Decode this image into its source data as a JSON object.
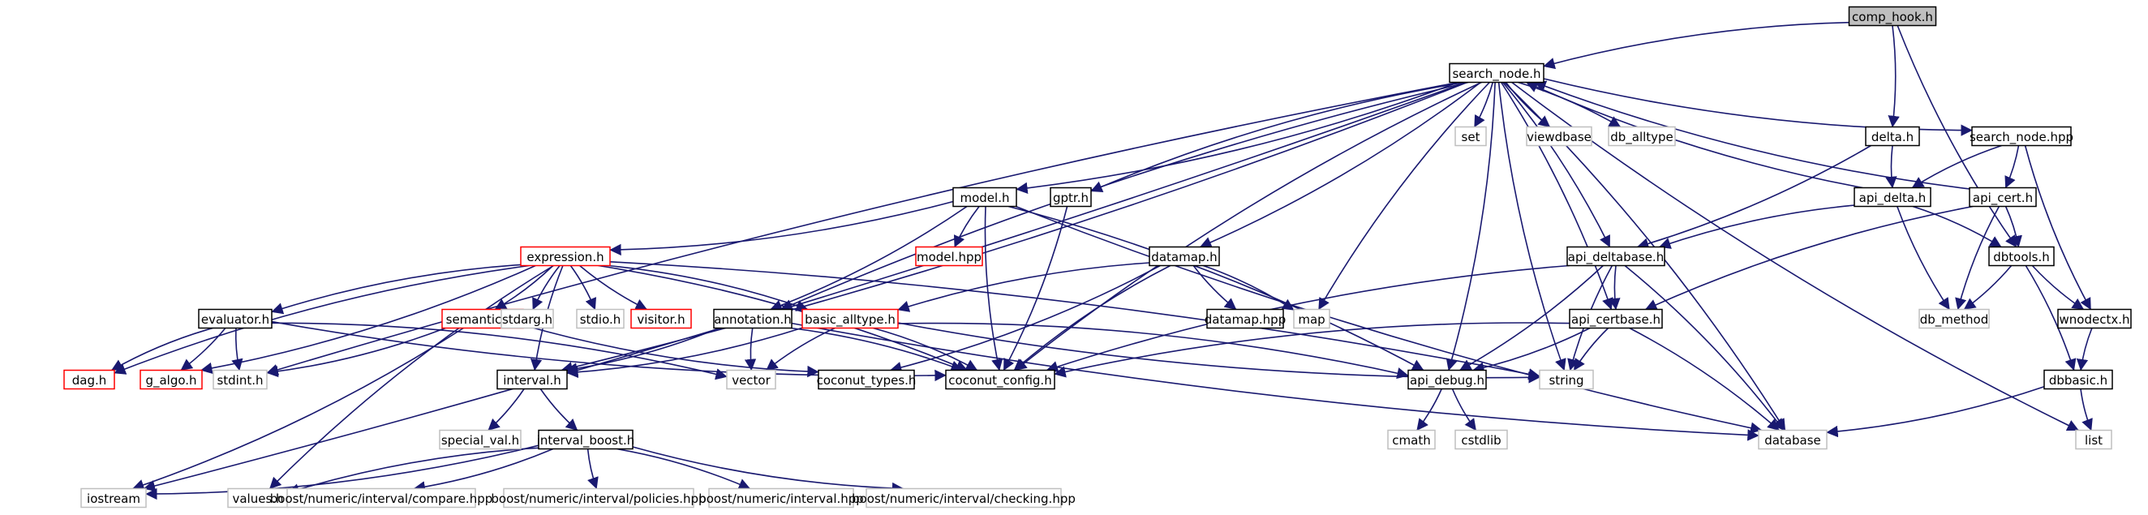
{
  "diagram": {
    "nodes": [
      {
        "id": "comp_hook",
        "label": "comp_hook.h",
        "style": "root"
      },
      {
        "id": "search_node",
        "label": "search_node.h",
        "style": "normal"
      },
      {
        "id": "set",
        "label": "set",
        "style": "external"
      },
      {
        "id": "viewdbase",
        "label": "viewdbase",
        "style": "external"
      },
      {
        "id": "db_alltype",
        "label": "db_alltype",
        "style": "external"
      },
      {
        "id": "delta",
        "label": "delta.h",
        "style": "normal"
      },
      {
        "id": "search_node_hpp",
        "label": "search_node.hpp",
        "style": "normal"
      },
      {
        "id": "model",
        "label": "model.h",
        "style": "normal"
      },
      {
        "id": "gptr",
        "label": "gptr.h",
        "style": "normal"
      },
      {
        "id": "api_delta",
        "label": "api_delta.h",
        "style": "normal"
      },
      {
        "id": "api_cert",
        "label": "api_cert.h",
        "style": "normal"
      },
      {
        "id": "expression",
        "label": "expression.h",
        "style": "truncated"
      },
      {
        "id": "model_hpp",
        "label": "model.hpp",
        "style": "truncated"
      },
      {
        "id": "datamap",
        "label": "datamap.h",
        "style": "normal"
      },
      {
        "id": "api_deltabase",
        "label": "api_deltabase.h",
        "style": "normal"
      },
      {
        "id": "dbtools",
        "label": "dbtools.h",
        "style": "normal"
      },
      {
        "id": "evaluator",
        "label": "evaluator.h",
        "style": "normal"
      },
      {
        "id": "semantics",
        "label": "semantics.h",
        "style": "truncated"
      },
      {
        "id": "stdarg",
        "label": "stdarg.h",
        "style": "external"
      },
      {
        "id": "stdio",
        "label": "stdio.h",
        "style": "external"
      },
      {
        "id": "visitor",
        "label": "visitor.h",
        "style": "truncated"
      },
      {
        "id": "annotation",
        "label": "annotation.h",
        "style": "normal"
      },
      {
        "id": "basic_alltype",
        "label": "basic_alltype.h",
        "style": "truncated"
      },
      {
        "id": "datamap_hpp",
        "label": "datamap.hpp",
        "style": "normal"
      },
      {
        "id": "map",
        "label": "map",
        "style": "external"
      },
      {
        "id": "api_certbase",
        "label": "api_certbase.h",
        "style": "normal"
      },
      {
        "id": "db_method",
        "label": "db_method",
        "style": "external"
      },
      {
        "id": "wnodectx",
        "label": "wnodectx.h",
        "style": "normal"
      },
      {
        "id": "dag",
        "label": "dag.h",
        "style": "truncated"
      },
      {
        "id": "g_algo",
        "label": "g_algo.h",
        "style": "truncated"
      },
      {
        "id": "stdint",
        "label": "stdint.h",
        "style": "external"
      },
      {
        "id": "interval",
        "label": "interval.h",
        "style": "normal"
      },
      {
        "id": "vector",
        "label": "vector",
        "style": "external"
      },
      {
        "id": "coconut_types",
        "label": "coconut_types.h",
        "style": "normal"
      },
      {
        "id": "coconut_config",
        "label": "coconut_config.h",
        "style": "normal"
      },
      {
        "id": "api_debug",
        "label": "api_debug.h",
        "style": "normal"
      },
      {
        "id": "string",
        "label": "string",
        "style": "external"
      },
      {
        "id": "dbbasic",
        "label": "dbbasic.h",
        "style": "normal"
      },
      {
        "id": "special_val",
        "label": "special_val.h",
        "style": "external"
      },
      {
        "id": "interval_boost",
        "label": "interval_boost.h",
        "style": "normal"
      },
      {
        "id": "cmath",
        "label": "cmath",
        "style": "external"
      },
      {
        "id": "cstdlib",
        "label": "cstdlib",
        "style": "external"
      },
      {
        "id": "database",
        "label": "database",
        "style": "external"
      },
      {
        "id": "list",
        "label": "list",
        "style": "external"
      },
      {
        "id": "iostream",
        "label": "iostream",
        "style": "external"
      },
      {
        "id": "values",
        "label": "values.h",
        "style": "external"
      },
      {
        "id": "b_compare",
        "label": "boost/numeric/interval/compare.hpp",
        "style": "external"
      },
      {
        "id": "b_policies",
        "label": "boost/numeric/interval/policies.hpp",
        "style": "external"
      },
      {
        "id": "b_interval",
        "label": "boost/numeric/interval.hpp",
        "style": "external"
      },
      {
        "id": "b_checking",
        "label": "boost/numeric/interval/checking.hpp",
        "style": "external"
      }
    ],
    "edges": [
      [
        "comp_hook",
        "search_node"
      ],
      [
        "comp_hook",
        "delta"
      ],
      [
        "comp_hook",
        "dbtools"
      ],
      [
        "search_node",
        "set"
      ],
      [
        "search_node",
        "viewdbase"
      ],
      [
        "search_node",
        "db_alltype"
      ],
      [
        "search_node",
        "search_node_hpp"
      ],
      [
        "search_node",
        "model"
      ],
      [
        "search_node",
        "gptr"
      ],
      [
        "search_node",
        "datamap"
      ],
      [
        "search_node",
        "map"
      ],
      [
        "search_node",
        "api_deltabase"
      ],
      [
        "search_node",
        "annotation"
      ],
      [
        "search_node",
        "interval"
      ],
      [
        "search_node",
        "stdint"
      ],
      [
        "search_node",
        "iostream"
      ],
      [
        "search_node",
        "coconut_config"
      ],
      [
        "search_node",
        "api_debug"
      ],
      [
        "search_node",
        "string"
      ],
      [
        "search_node",
        "database"
      ],
      [
        "search_node",
        "list"
      ],
      [
        "search_node",
        "api_certbase"
      ],
      [
        "delta",
        "api_delta"
      ],
      [
        "delta",
        "api_deltabase"
      ],
      [
        "search_node_hpp",
        "api_delta"
      ],
      [
        "search_node_hpp",
        "api_cert"
      ],
      [
        "search_node_hpp",
        "wnodectx"
      ],
      [
        "api_delta",
        "search_node"
      ],
      [
        "api_delta",
        "api_deltabase"
      ],
      [
        "api_delta",
        "dbtools"
      ],
      [
        "api_delta",
        "db_method"
      ],
      [
        "api_cert",
        "search_node"
      ],
      [
        "api_cert",
        "api_certbase"
      ],
      [
        "api_cert",
        "dbtools"
      ],
      [
        "api_cert",
        "db_method"
      ],
      [
        "dbtools",
        "db_method"
      ],
      [
        "dbtools",
        "wnodectx"
      ],
      [
        "dbtools",
        "dbbasic"
      ],
      [
        "wnodectx",
        "dbbasic"
      ],
      [
        "dbbasic",
        "database"
      ],
      [
        "dbbasic",
        "list"
      ],
      [
        "model",
        "expression"
      ],
      [
        "model",
        "model_hpp"
      ],
      [
        "model",
        "annotation"
      ],
      [
        "model",
        "coconut_config"
      ],
      [
        "model",
        "api_debug"
      ],
      [
        "model",
        "database"
      ],
      [
        "gptr",
        "coconut_config"
      ],
      [
        "expression",
        "evaluator"
      ],
      [
        "expression",
        "semantics"
      ],
      [
        "expression",
        "stdarg"
      ],
      [
        "expression",
        "stdio"
      ],
      [
        "expression",
        "visitor"
      ],
      [
        "expression",
        "basic_alltype"
      ],
      [
        "expression",
        "dag"
      ],
      [
        "expression",
        "g_algo"
      ],
      [
        "expression",
        "interval"
      ],
      [
        "expression",
        "coconut_config"
      ],
      [
        "expression",
        "values"
      ],
      [
        "expression",
        "string"
      ],
      [
        "evaluator",
        "dag"
      ],
      [
        "evaluator",
        "g_algo"
      ],
      [
        "evaluator",
        "stdint"
      ],
      [
        "evaluator",
        "vector"
      ],
      [
        "evaluator",
        "coconut_config"
      ],
      [
        "semantics",
        "stdint"
      ],
      [
        "semantics",
        "coconut_types"
      ],
      [
        "semantics",
        "iostream"
      ],
      [
        "datamap",
        "datamap_hpp"
      ],
      [
        "datamap",
        "map"
      ],
      [
        "datamap",
        "basic_alltype"
      ],
      [
        "datamap",
        "coconut_types"
      ],
      [
        "datamap",
        "coconut_config"
      ],
      [
        "annotation",
        "interval"
      ],
      [
        "annotation",
        "vector"
      ],
      [
        "annotation",
        "coconut_config"
      ],
      [
        "annotation",
        "database"
      ],
      [
        "basic_alltype",
        "interval"
      ],
      [
        "basic_alltype",
        "vector"
      ],
      [
        "basic_alltype",
        "coconut_config"
      ],
      [
        "basic_alltype",
        "string"
      ],
      [
        "basic_alltype",
        "api_debug"
      ],
      [
        "api_deltabase",
        "api_certbase"
      ],
      [
        "api_deltabase",
        "api_debug"
      ],
      [
        "api_deltabase",
        "string"
      ],
      [
        "api_deltabase",
        "database"
      ],
      [
        "api_deltabase",
        "coconut_config"
      ],
      [
        "api_certbase",
        "api_debug"
      ],
      [
        "api_certbase",
        "string"
      ],
      [
        "api_certbase",
        "database"
      ],
      [
        "api_certbase",
        "coconut_config"
      ],
      [
        "api_debug",
        "cmath"
      ],
      [
        "api_debug",
        "cstdlib"
      ],
      [
        "interval",
        "special_val"
      ],
      [
        "interval",
        "interval_boost"
      ],
      [
        "interval_boost",
        "iostream"
      ],
      [
        "interval_boost",
        "values"
      ],
      [
        "interval_boost",
        "b_compare"
      ],
      [
        "interval_boost",
        "b_policies"
      ],
      [
        "interval_boost",
        "b_interval"
      ],
      [
        "interval_boost",
        "b_checking"
      ]
    ]
  },
  "colors": {
    "edge": "#191970",
    "root_fill": "#bfbfbf",
    "normal_border": "#000000",
    "truncated_border": "#ff0000",
    "external_border": "#bfbfbf",
    "text": "#000000"
  }
}
